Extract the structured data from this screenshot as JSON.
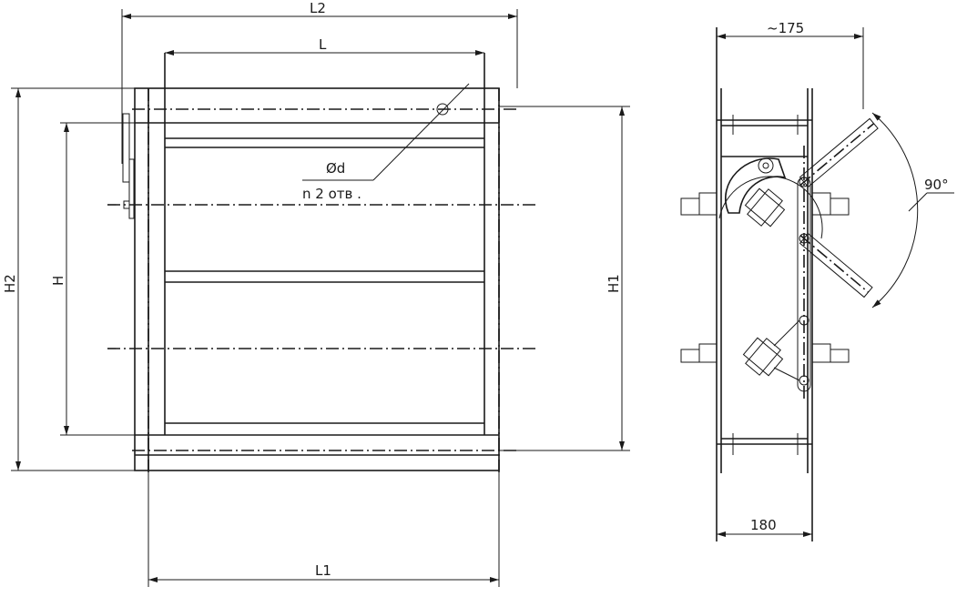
{
  "drawing": {
    "front_view": {
      "dim_L2": "L2",
      "dim_L": "L",
      "dim_L1": "L1",
      "dim_H2": "H2",
      "dim_H": "H",
      "dim_H1": "H1",
      "hole_diameter": "Ød",
      "hole_count": "n 2 отв ."
    },
    "side_view": {
      "dim_top": "~175",
      "dim_bottom": "180",
      "angle": "90°"
    },
    "line_color": "#1a1a1a"
  }
}
